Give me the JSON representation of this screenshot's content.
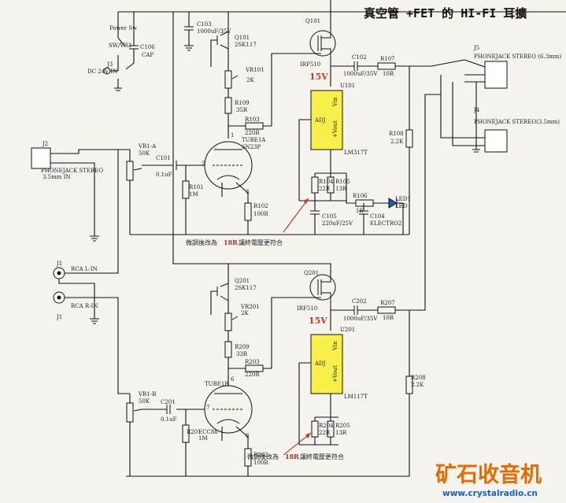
{
  "title": "真空管 +FET 的 HI-FI 耳擴",
  "power": {
    "switch_label": "Power Sw",
    "switch_ref": "SW/VR3",
    "jack_ref": "J3",
    "jack_desc": "DC 24V IN",
    "c103_ref": "C103",
    "c103_val": "1000uF/35V",
    "c106_ref": "C106",
    "c106_val": "CAP"
  },
  "channel1": {
    "q101_ref": "Q101",
    "q101_part": "2SK117",
    "vr101_ref": "VR101",
    "vr101_val": "2K",
    "r109_ref": "R109",
    "r109_val": "35R",
    "r103_ref": "R103",
    "r103_val": "220R",
    "tube_ref": "TUBE1A",
    "tube_part": "6N23P",
    "vr1a_ref": "VR1-A",
    "vr1a_val": "50K",
    "c101_ref": "C101",
    "c101_val": "0.1uF",
    "r101_ref": "R101",
    "r101_val": "1M",
    "r102_ref": "R102",
    "r102_val": "100R",
    "q_fet_ref": "Q101",
    "q_fet_part": "IRF510",
    "c102_ref": "C102",
    "c102_val": "1000uF/35V",
    "r107_ref": "R107",
    "r107_val": "10R",
    "reg_ref": "U101",
    "reg_part": "LM317T",
    "reg_adj": "ADJ",
    "reg_vin": "Vin",
    "reg_vout": "+Vout",
    "r108_ref": "R108",
    "r108_val": "2.2K",
    "r104_ref": "R104",
    "r104_val": "22R",
    "r105_ref": "R105",
    "r105_val": "13R",
    "r106_ref": "R106",
    "r106_val": "1K",
    "led_ref": "LED1",
    "led_val": "LED",
    "c105_ref": "C105",
    "c105_val": "220uF/25V",
    "c104_ref": "C104",
    "c104_val": "ELECTRO2",
    "voltage": "15V",
    "note_prefix": "微調後改為",
    "note_value": "18R",
    "note_suffix": "讓終電壓更符合"
  },
  "channel2": {
    "q201_ref": "Q201",
    "q201_part": "2SK117",
    "vr201_ref": "VR201",
    "vr201_val": "2K",
    "r209_ref": "R209",
    "r209_val": "33R",
    "r203_ref": "R203",
    "r203_val": "220R",
    "tube_ref": "TUBE1B",
    "tube_part": "ECC88",
    "vr1b_ref": "VR1-B",
    "vr1b_val": "50K",
    "c201_ref": "C201",
    "c201_val": "0.1uF",
    "r201_ref": "R201",
    "r201_val": "1M",
    "r202_ref": "R202",
    "r202_val": "100R",
    "q_fet_ref": "Q201",
    "q_fet_part": "IRF510",
    "c202_ref": "C202",
    "c202_val": "1000uF/35V",
    "r207_ref": "R207",
    "r207_val": "10R",
    "reg_ref": "U201",
    "reg_part": "LM117T",
    "reg_adj": "ADJ",
    "reg_vin": "Vin",
    "reg_vout": "+Vout",
    "r208_ref": "R208",
    "r208_val": "2.2K",
    "r204_ref": "R204",
    "r204_val": "22R",
    "r205_ref": "R205",
    "r205_val": "13R",
    "voltage": "15V",
    "note_prefix": "微調後改為",
    "note_value": "18R",
    "note_suffix": "讓終電壓更符合"
  },
  "input": {
    "j2_ref": "J2",
    "j2_desc": "PHONEJACK STEREO",
    "j2_sub": "3.5mm IN",
    "j1_ref": "J1",
    "rca_l": "RCA L-IN",
    "rca_r": "RCA R-IN"
  },
  "output": {
    "j5_ref": "J5",
    "j5_desc": "PHONEJACK STEREO (6.3mm)",
    "j4_ref": "J4",
    "j4_desc": "PHONEJACK STEREO(3.5mm)"
  },
  "watermark": {
    "logo": "矿石收音机",
    "site": "www.crystalradio.cn"
  },
  "colors": {
    "regulator_fill": "#f7ef4a",
    "annotation_red": "#b03020",
    "logo_orange": "#e66a00",
    "site_blue": "#1a5fb4"
  }
}
